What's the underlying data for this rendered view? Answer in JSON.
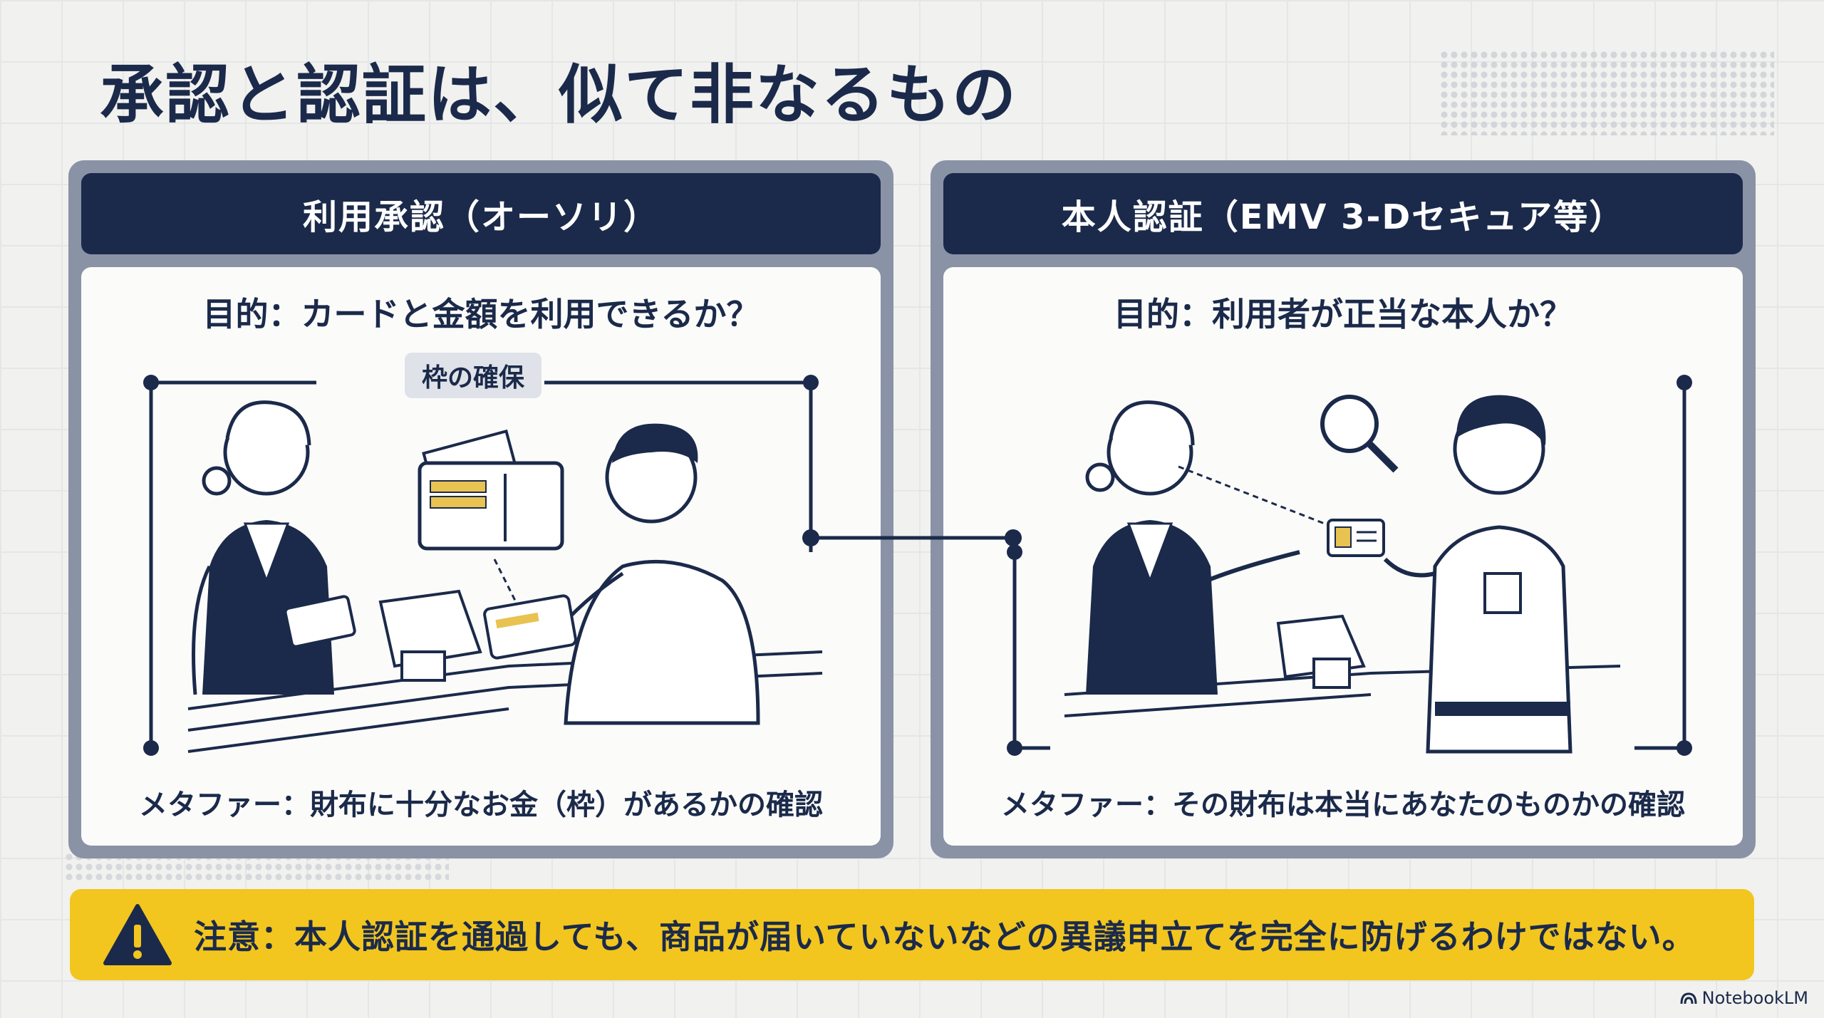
{
  "title": "承認と認証は、似て非なるもの",
  "left_panel": {
    "header": "利用承認（オーソリ）",
    "purpose": "目的：カードと金額を利用できるか？",
    "tag": "枠の確保",
    "metaphor": "メタファー：財布に十分なお金（枠）があるかの確認"
  },
  "right_panel": {
    "header": "本人認証（EMV 3-Dセキュア等）",
    "purpose": "目的：利用者が正当な本人か？",
    "metaphor": "メタファー：その財布は本当にあなたのものかの確認"
  },
  "warning": {
    "text": "注意：本人認証を通過しても、商品が届いていないなどの異議申立てを完全に防げるわけではない。"
  },
  "brand": "NotebookLM",
  "colors": {
    "navy": "#1b2a4a",
    "warning_yellow": "#f2c61f",
    "panel_border": "#8a92a6",
    "card_gold": "#e8c352"
  }
}
